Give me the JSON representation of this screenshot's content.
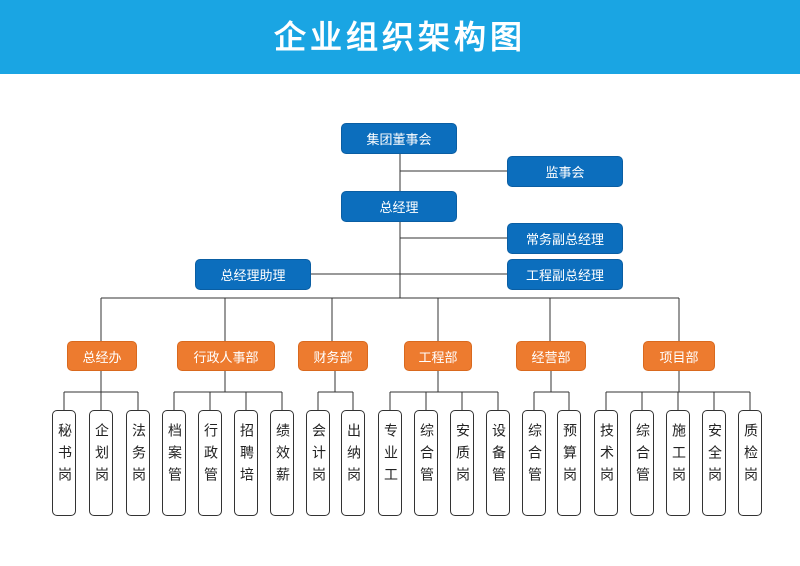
{
  "title": "企业组织架构图",
  "board": "集团董事会",
  "supervisory": "监事会",
  "gm": "总经理",
  "executive_vp": "常务副总经理",
  "engineering_vp": "工程副总经理",
  "gm_assistant": "总经理助理",
  "departments": [
    {
      "label": "总经办",
      "positions": [
        "秘书岗",
        "企划岗",
        "法务岗"
      ]
    },
    {
      "label": "行政人事部",
      "positions": [
        "档案管",
        "行政管",
        "招聘培",
        "绩效薪"
      ]
    },
    {
      "label": "财务部",
      "positions": [
        "会计岗",
        "出纳岗"
      ]
    },
    {
      "label": "工程部",
      "positions": [
        "专业工",
        "综合管",
        "安质岗",
        "设备管"
      ]
    },
    {
      "label": "经营部",
      "positions": [
        "综合管",
        "预算岗"
      ]
    },
    {
      "label": "项目部",
      "positions": [
        "技术岗",
        "综合管",
        "施工岗",
        "安全岗",
        "质检岗"
      ]
    }
  ],
  "colors": {
    "header": "#1aa5e3",
    "leadership": "#0c6ebd",
    "department": "#ed7b2f",
    "line": "#333333"
  }
}
